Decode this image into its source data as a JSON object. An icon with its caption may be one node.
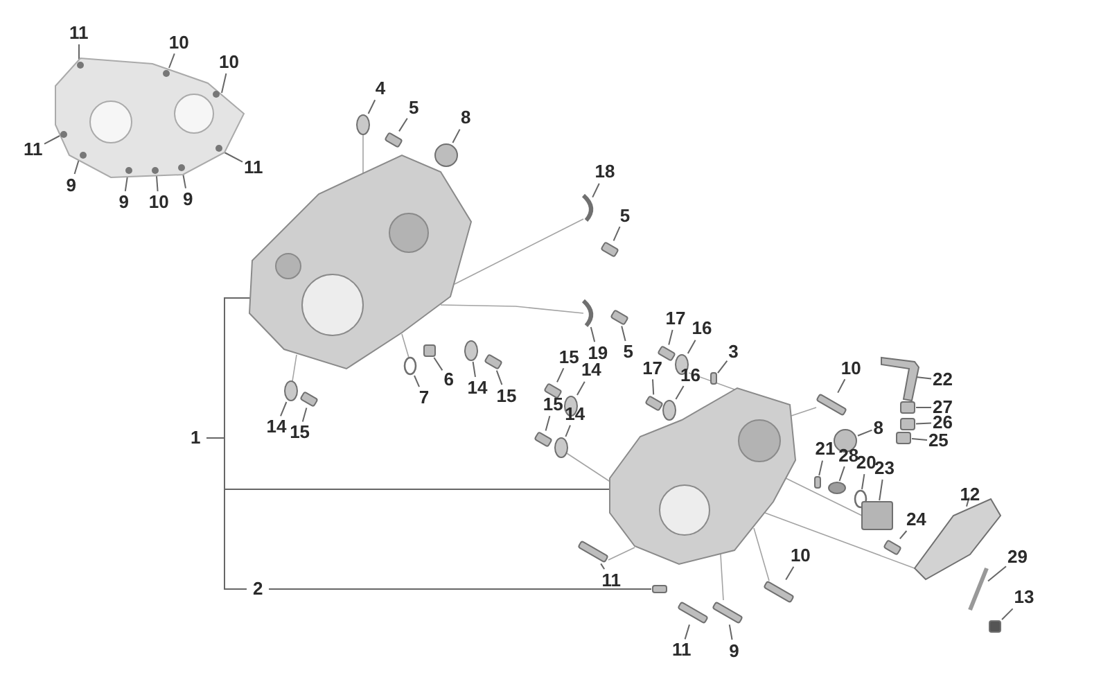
{
  "diagram": {
    "nodes": [
      {
        "text": [
          "11"
        ]
      },
      {
        "text": [
          "10"
        ]
      },
      {
        "text": [
          "10"
        ]
      },
      {
        "text": [
          "11"
        ]
      },
      {
        "text": [
          "9"
        ]
      },
      {
        "text": [
          "9"
        ]
      },
      {
        "text": [
          "10"
        ]
      },
      {
        "text": [
          "9"
        ]
      },
      {
        "text": [
          "11"
        ]
      },
      {
        "text": [
          "4"
        ]
      },
      {
        "text": [
          "5"
        ]
      },
      {
        "text": [
          "8"
        ]
      },
      {
        "text": [
          "18"
        ]
      },
      {
        "text": [
          "5"
        ]
      },
      {
        "text": [
          "19"
        ]
      },
      {
        "text": [
          "5"
        ]
      },
      {
        "text": [
          "6"
        ]
      },
      {
        "text": [
          "7"
        ]
      },
      {
        "text": [
          "14"
        ]
      },
      {
        "text": [
          "15"
        ]
      },
      {
        "text": [
          "14"
        ]
      },
      {
        "text": [
          "15"
        ]
      },
      {
        "text": [
          "1"
        ]
      },
      {
        "text": [
          "2"
        ]
      },
      {
        "text": [
          "3"
        ]
      },
      {
        "text": [
          "17"
        ]
      },
      {
        "text": [
          "16"
        ]
      },
      {
        "text": [
          "17"
        ]
      },
      {
        "text": [
          "16"
        ]
      },
      {
        "text": [
          "15"
        ]
      },
      {
        "text": [
          "14"
        ]
      },
      {
        "text": [
          "15"
        ]
      },
      {
        "text": [
          "14"
        ]
      },
      {
        "text": [
          "10"
        ]
      },
      {
        "text": [
          "8"
        ]
      },
      {
        "text": [
          "21"
        ]
      },
      {
        "text": [
          "28"
        ]
      },
      {
        "text": [
          "20"
        ]
      },
      {
        "text": [
          "23"
        ]
      },
      {
        "text": [
          "22"
        ]
      },
      {
        "text": [
          "27"
        ]
      },
      {
        "text": [
          "26"
        ]
      },
      {
        "text": [
          "25"
        ]
      },
      {
        "text": [
          "12"
        ]
      },
      {
        "text": [
          "24"
        ]
      },
      {
        "text": [
          "29"
        ]
      },
      {
        "text": [
          "13"
        ]
      },
      {
        "text": [
          "11"
        ]
      },
      {
        "text": [
          "10"
        ]
      },
      {
        "text": [
          "11"
        ]
      },
      {
        "text": [
          "9"
        ]
      },
      {
        "text": [],
        "shape": "picture"
      },
      {
        "text": [],
        "shape": "picture"
      },
      {
        "text": [],
        "shape": "picture"
      },
      {
        "text": [],
        "shape": "circle"
      },
      {
        "text": [],
        "shape": "box"
      },
      {
        "text": [],
        "shape": "circle"
      },
      {
        "text": [],
        "shape": "picture"
      },
      {
        "text": [],
        "shape": "box"
      },
      {
        "text": [],
        "shape": "picture"
      },
      {
        "text": [],
        "shape": "box"
      },
      {
        "text": [],
        "shape": "box"
      },
      {
        "text": [],
        "shape": "circle"
      },
      {
        "text": [],
        "shape": "circle"
      },
      {
        "text": [],
        "shape": "box"
      },
      {
        "text": [],
        "shape": "circle"
      },
      {
        "text": [],
        "shape": "box"
      },
      {
        "text": [],
        "shape": "box"
      },
      {
        "text": [],
        "shape": "box"
      },
      {
        "text": [],
        "shape": "box"
      },
      {
        "text": [],
        "shape": "circle"
      },
      {
        "text": [],
        "shape": "box"
      },
      {
        "text": [],
        "shape": "circle"
      },
      {
        "text": [],
        "shape": "box"
      },
      {
        "text": [],
        "shape": "circle"
      },
      {
        "text": [],
        "shape": "box"
      },
      {
        "text": [],
        "shape": "circle"
      },
      {
        "text": [],
        "shape": "box"
      },
      {
        "text": [],
        "shape": "circle"
      },
      {
        "text": [],
        "shape": "box"
      },
      {
        "text": [],
        "shape": "circle"
      },
      {
        "text": [],
        "shape": "circle"
      },
      {
        "text": [],
        "shape": "box"
      },
      {
        "text": [],
        "shape": "picture"
      },
      {
        "text": [],
        "shape": "box"
      },
      {
        "text": [],
        "shape": "box"
      },
      {
        "text": [],
        "shape": "box"
      },
      {
        "text": [],
        "shape": "picture"
      },
      {
        "text": [],
        "shape": "box"
      },
      {
        "text": [],
        "shape": "picture"
      },
      {
        "text": [],
        "shape": "box"
      },
      {
        "text": [],
        "shape": "box"
      },
      {
        "text": [],
        "shape": "box"
      },
      {
        "text": [],
        "shape": "box"
      },
      {
        "text": [],
        "shape": "box"
      }
    ],
    "edges": [
      {
        "from": 0,
        "to": 51,
        "arrow": "none"
      },
      {
        "from": 1,
        "to": 51,
        "arrow": "none"
      },
      {
        "from": 2,
        "to": 51,
        "arrow": "none"
      },
      {
        "from": 3,
        "to": 51,
        "arrow": "none"
      },
      {
        "from": 4,
        "to": 51,
        "arrow": "none"
      },
      {
        "from": 5,
        "to": 51,
        "arrow": "none"
      },
      {
        "from": 6,
        "to": 51,
        "arrow": "none"
      },
      {
        "from": 7,
        "to": 51,
        "arrow": "none"
      },
      {
        "from": 8,
        "to": 51,
        "arrow": "none"
      },
      {
        "from": 9,
        "to": 54,
        "arrow": "none"
      },
      {
        "from": 10,
        "to": 55,
        "arrow": "none"
      },
      {
        "from": 11,
        "to": 56,
        "arrow": "none"
      },
      {
        "from": 12,
        "to": 57,
        "arrow": "none"
      },
      {
        "from": 13,
        "to": 58,
        "arrow": "none"
      },
      {
        "from": 14,
        "to": 59,
        "arrow": "none"
      },
      {
        "from": 15,
        "to": 60,
        "arrow": "none"
      },
      {
        "from": 16,
        "to": 61,
        "arrow": "none"
      },
      {
        "from": 17,
        "to": 62,
        "arrow": "none"
      },
      {
        "from": 18,
        "to": 63,
        "arrow": "none"
      },
      {
        "from": 19,
        "to": 64,
        "arrow": "none"
      },
      {
        "from": 20,
        "to": 65,
        "arrow": "none"
      },
      {
        "from": 21,
        "to": 66,
        "arrow": "none"
      },
      {
        "from": 22,
        "to": 52,
        "arrow": "none"
      },
      {
        "from": 22,
        "to": 53,
        "arrow": "none"
      },
      {
        "from": 23,
        "to": 67,
        "arrow": "none"
      },
      {
        "from": 24,
        "to": 68,
        "arrow": "none"
      },
      {
        "from": 25,
        "to": 69,
        "arrow": "none"
      },
      {
        "from": 26,
        "to": 70,
        "arrow": "none"
      },
      {
        "from": 27,
        "to": 71,
        "arrow": "none"
      },
      {
        "from": 28,
        "to": 72,
        "arrow": "none"
      },
      {
        "from": 29,
        "to": 73,
        "arrow": "none"
      },
      {
        "from": 30,
        "to": 74,
        "arrow": "none"
      },
      {
        "from": 31,
        "to": 75,
        "arrow": "none"
      },
      {
        "from": 32,
        "to": 76,
        "arrow": "none"
      },
      {
        "from": 33,
        "to": 77,
        "arrow": "none"
      },
      {
        "from": 34,
        "to": 78,
        "arrow": "none"
      },
      {
        "from": 35,
        "to": 79,
        "arrow": "none"
      },
      {
        "from": 36,
        "to": 80,
        "arrow": "none"
      },
      {
        "from": 37,
        "to": 81,
        "arrow": "none"
      },
      {
        "from": 38,
        "to": 82,
        "arrow": "none"
      },
      {
        "from": 39,
        "to": 83,
        "arrow": "none"
      },
      {
        "from": 40,
        "to": 84,
        "arrow": "none"
      },
      {
        "from": 41,
        "to": 85,
        "arrow": "none"
      },
      {
        "from": 42,
        "to": 86,
        "arrow": "none"
      },
      {
        "from": 43,
        "to": 87,
        "arrow": "none"
      },
      {
        "from": 44,
        "to": 88,
        "arrow": "none"
      },
      {
        "from": 45,
        "to": 89,
        "arrow": "none"
      },
      {
        "from": 46,
        "to": 90,
        "arrow": "none"
      },
      {
        "from": 47,
        "to": 91,
        "arrow": "none"
      },
      {
        "from": 48,
        "to": 92,
        "arrow": "none"
      },
      {
        "from": 49,
        "to": 93,
        "arrow": "none"
      },
      {
        "from": 50,
        "to": 94,
        "arrow": "none"
      },
      {
        "from": 54,
        "to": 52,
        "arrow": "none",
        "color": "#a3a3a3"
      },
      {
        "from": 57,
        "to": 52,
        "arrow": "none",
        "color": "#a3a3a3"
      },
      {
        "from": 59,
        "to": 52,
        "arrow": "none",
        "color": "#a3a3a3"
      },
      {
        "from": 65,
        "to": 52,
        "arrow": "none",
        "color": "#a3a3a3"
      },
      {
        "from": 62,
        "to": 52,
        "arrow": "none",
        "color": "#a3a3a3"
      },
      {
        "from": 76,
        "to": 53,
        "arrow": "none",
        "color": "#a3a3a3"
      },
      {
        "from": 94,
        "to": 53,
        "arrow": "none",
        "color": "#a3a3a3"
      },
      {
        "from": 77,
        "to": 53,
        "arrow": "none",
        "color": "#a3a3a3"
      },
      {
        "from": 70,
        "to": 53,
        "arrow": "none",
        "color": "#a3a3a3"
      },
      {
        "from": 92,
        "to": 53,
        "arrow": "none",
        "color": "#a3a3a3"
      },
      {
        "from": 91,
        "to": 53,
        "arrow": "none",
        "color": "#a3a3a3"
      },
      {
        "from": 53,
        "to": 82,
        "arrow": "none",
        "color": "#a3a3a3"
      },
      {
        "from": 53,
        "to": 87,
        "arrow": "none",
        "color": "#a3a3a3"
      }
    ]
  }
}
